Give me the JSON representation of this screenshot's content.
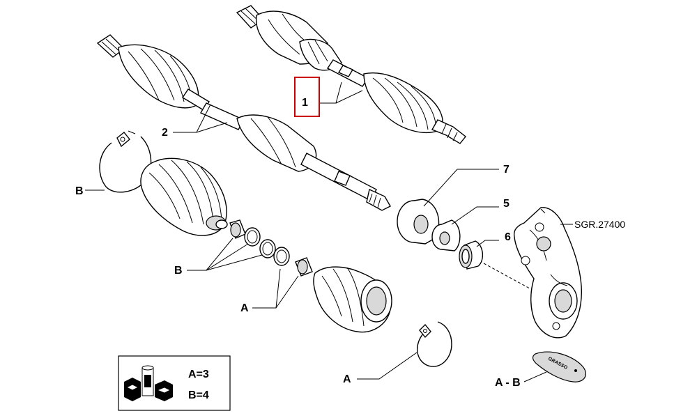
{
  "callouts": {
    "c1": "1",
    "c2": "2",
    "c5": "5",
    "c6": "6",
    "c7": "7",
    "b_clamp": "B",
    "b_parts": "B",
    "a_parts": "A",
    "a_clamp": "A",
    "ab_grease": "A - B"
  },
  "reference_code": "SGR.27400",
  "grease_tube_text": "GRASSO",
  "kit": {
    "line_a": "A=3",
    "line_b": "B=4"
  },
  "colors": {
    "highlight_box": "#cc0000",
    "line": "#000000"
  }
}
